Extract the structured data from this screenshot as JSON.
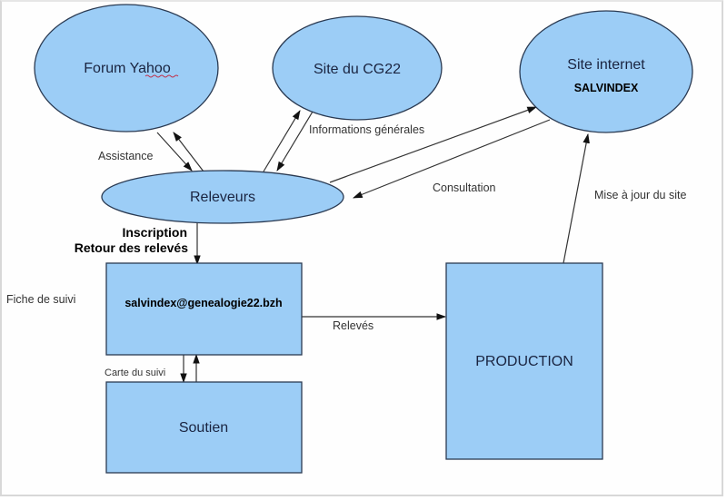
{
  "diagram": {
    "colors": {
      "node_fill": "#9ccdf6",
      "node_stroke": "#2a3a52",
      "text": "#1a2440",
      "edge": "#333333"
    },
    "nodes": {
      "forum_yahoo": {
        "label": "Forum Yahoo",
        "shape": "ellipse"
      },
      "site_cg22": {
        "label": "Site du CG22",
        "shape": "ellipse"
      },
      "site_internet": {
        "label": "Site internet",
        "sublabel": "SALVINDEX",
        "shape": "ellipse"
      },
      "releveurs": {
        "label": "Releveurs",
        "shape": "ellipse"
      },
      "fiche_suivi": {
        "label": "salvindex@genealogie22.bzh",
        "shape": "rectangle"
      },
      "soutien": {
        "label": "Soutien",
        "shape": "rectangle"
      },
      "production": {
        "label": "PRODUCTION",
        "shape": "rectangle"
      }
    },
    "edges": [
      {
        "from": "forum_yahoo",
        "to": "releveurs",
        "label": "Assistance",
        "bidirectional": true
      },
      {
        "from": "site_cg22",
        "to": "releveurs",
        "label": "Informations générales",
        "bidirectional": true
      },
      {
        "from": "site_internet",
        "to": "releveurs",
        "label": "Consultation",
        "bidirectional": true
      },
      {
        "from": "releveurs",
        "to": "fiche_suivi",
        "label_lines": [
          "Inscription",
          "Retour des relevés"
        ]
      },
      {
        "from": "fiche_suivi",
        "to": "production",
        "label": "Relevés"
      },
      {
        "from": "fiche_suivi",
        "to": "soutien",
        "label": "Carte du suivi",
        "bidirectional": true
      },
      {
        "from": "production",
        "to": "site_internet",
        "label": "Mise à jour du site"
      }
    ],
    "side_labels": {
      "fiche_de_suivi": "Fiche de suivi"
    }
  }
}
